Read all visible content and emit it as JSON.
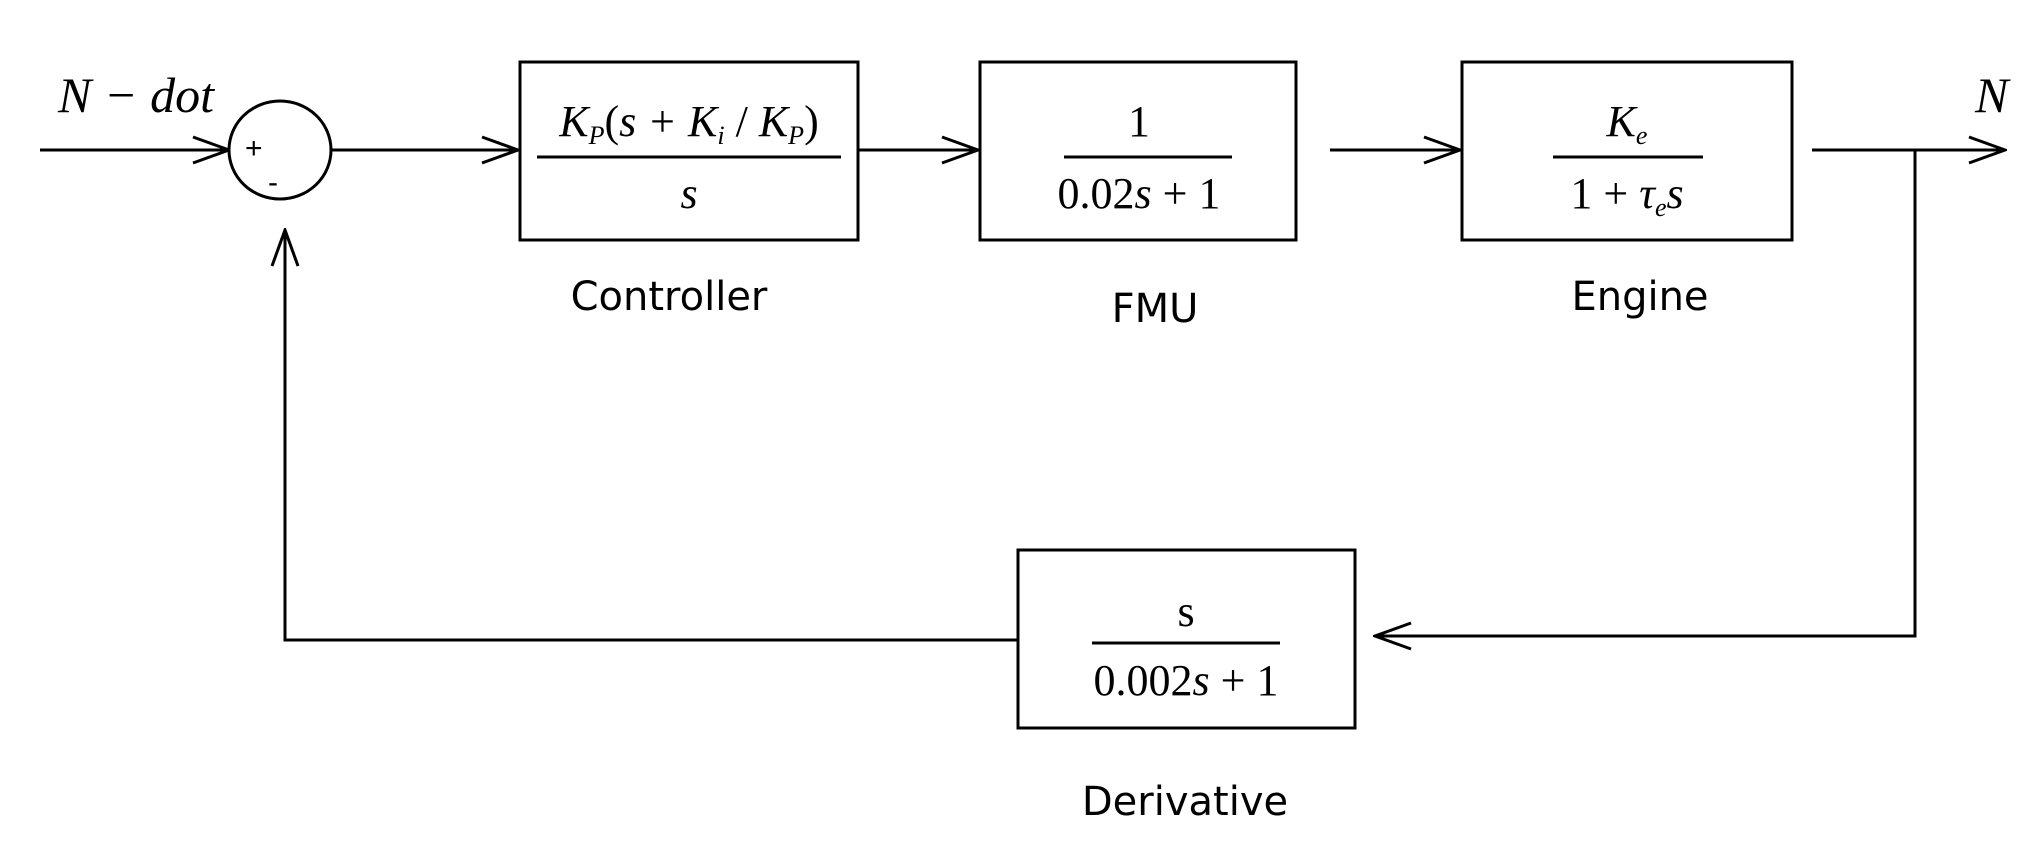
{
  "signals": {
    "input": "N − dot",
    "output": "N"
  },
  "summing_junction": {
    "plus": "+",
    "minus": "-"
  },
  "blocks": {
    "controller": {
      "label": "Controller",
      "numerator": "K_P(s + K_i / K_P)",
      "denominator": "s"
    },
    "fmu": {
      "label": "FMU",
      "numerator": "1",
      "denominator": "0.02s + 1"
    },
    "engine": {
      "label": "Engine",
      "numerator": "K_e",
      "denominator": "1 + τ_e s"
    },
    "derivative": {
      "label": "Derivative",
      "numerator": "s",
      "denominator": "0.002s + 1"
    }
  }
}
